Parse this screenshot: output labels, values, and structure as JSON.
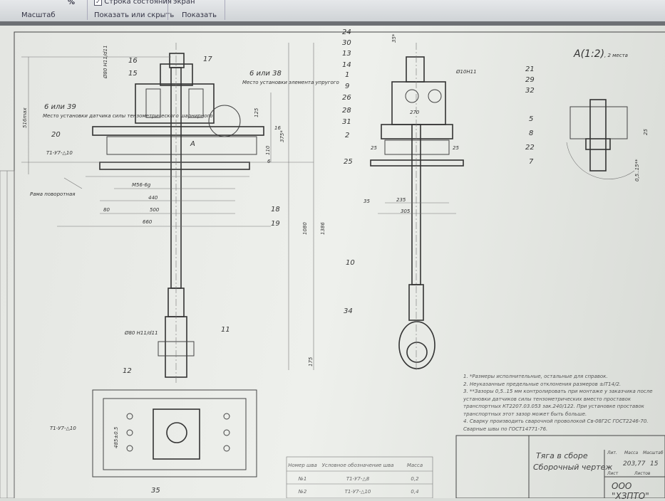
{
  "ribbon": {
    "zoom_group": "Масштаб",
    "percent": "%",
    "status_bar_checkbox": "Строка состояния",
    "status_bar_checked": true,
    "show_hide_group": "Показать или скрыть",
    "screen_item": "экран",
    "show_group": "Показать"
  },
  "drawing": {
    "front_view": {
      "callouts": [
        "16",
        "17",
        "15",
        "6 или 38",
        "6 или 39",
        "20",
        "A",
        "18",
        "19",
        "11",
        "12",
        "35"
      ],
      "notes": {
        "sensor_place_1": "Место установки элемента упругого",
        "sensor_place_2": "Место установки датчика силы тензометрического шарнирного",
        "frame": "Рама поворотная"
      },
      "dims": {
        "d1": "440",
        "d2": "500",
        "d3": "660",
        "d4": "80",
        "thread": "M56-6g",
        "h1": "375*",
        "h2": "1080",
        "h3": "1386",
        "h4": "110",
        "h5": "6",
        "h6": "125",
        "h7": "16",
        "h8": "516max",
        "h9": "175",
        "fit1": "Ø80 H11/d11",
        "fit2": "Ø80 H11/d11",
        "weld1": "Т1-У7-△10",
        "weld2": "Т1-У7-△10"
      }
    },
    "side_view": {
      "callouts": [
        "24",
        "30",
        "13",
        "14",
        "1",
        "9",
        "26",
        "28",
        "31",
        "2",
        "25",
        "10",
        "34"
      ],
      "dims": {
        "w1": "270",
        "w2": "235",
        "w3": "305",
        "w4": "35",
        "w5": "25",
        "w6": "25",
        "top": "35*",
        "bore": "Ø10H11"
      }
    },
    "detail": {
      "title": "A(1:2)",
      "subtitle": ", 2 места",
      "callouts": [
        "21",
        "29",
        "32",
        "5",
        "8",
        "22",
        "7"
      ],
      "dims": {
        "gap": "25",
        "gap2": "0,5..15**"
      }
    },
    "plan_view": {
      "dim": "485±0.5",
      "weld": "Т1-У7-△10"
    }
  },
  "notes": [
    "1. *Размеры исполнительные, остальные для справок.",
    "2. Неуказанные предельные отклонения размеров ±IT14/2.",
    "3. **Зазоры 0,5..15 мм контролировать при монтаже у заказчика после установки датчиков силы тензометрических вместо проставок транспортных КТ2207.03.053 зак.240/122. При установке проставок транспортных этот зазор может быть больше.",
    "4. Сварку производить сварочной проволокой Св-08Г2С ГОСТ2246-70. Сварные швы по ГОСТ14771-76."
  ],
  "weld_table": {
    "headers": [
      "Номер шва",
      "Условное обозначение шва",
      "Масса"
    ],
    "rows": [
      [
        "№1",
        "Т1-У7-△8",
        "0,2"
      ],
      [
        "№2",
        "Т1-У7-△10",
        "0,4"
      ]
    ]
  },
  "title_block": {
    "name": "Тяга в сборе",
    "doc_type": "Сборочный чертеж",
    "lit_label": "Лит.",
    "mass_label": "Масса",
    "scale_label": "Масштаб",
    "mass": "203,77",
    "scale": "15",
    "sheet_label": "Лист",
    "sheets_label": "Листов",
    "company": "ООО \"ХЗПТО\""
  }
}
